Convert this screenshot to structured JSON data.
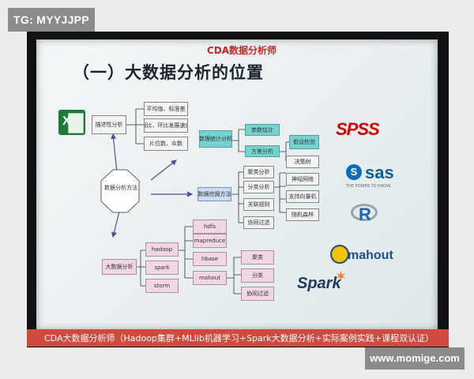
{
  "overlay": {
    "top_left_badge": "TG: MYYJJPP",
    "bottom_right_badge": "www.momige.com"
  },
  "slide": {
    "logo": "CDA数据分析师",
    "title": "（一）大数据分析的位置",
    "footer": "CDA大数据分析师（Hadoop集群+MLlib机器学习+Spark大数据分析+实际案例实践+课程双认证）"
  },
  "diagram": {
    "center": "数据分析方法",
    "descriptive": "描述性分析",
    "descriptive_items": [
      "平均值、标准差",
      "同比、环比发展速度",
      "片位数、众数"
    ],
    "statistical": "数理统计分析",
    "statistical_items": [
      "参数估计",
      "方差分析"
    ],
    "hypothesis_test": "假设检验",
    "mining": "数据挖掘方法",
    "mining_items": [
      "聚类分析",
      "分类分析",
      "关联规则",
      "协同过滤"
    ],
    "classification_methods": [
      "决策树",
      "神经网络",
      "支持向量机",
      "随机森林"
    ],
    "big_data": "大数据分析",
    "big_data_items": [
      "hadoop",
      "spark",
      "storm"
    ],
    "hadoop_components": [
      "hdfs",
      "mapreduce",
      "hbase",
      "mahout"
    ],
    "mahout_algorithms": [
      "聚类",
      "分类",
      "协同过滤"
    ]
  },
  "brands": {
    "spss": "SPSS",
    "sas": "sas",
    "sas_tagline": "THE POWER TO KNOW.",
    "r": "R",
    "mahout": "mahout",
    "spark": "Spark"
  },
  "colors": {
    "teal": "#74d3cf",
    "pink": "#f1d7e5",
    "blue": "#cbdbf4",
    "red": "#cf4a3f",
    "spss": "#d50000",
    "sas": "#0b6ebd"
  }
}
